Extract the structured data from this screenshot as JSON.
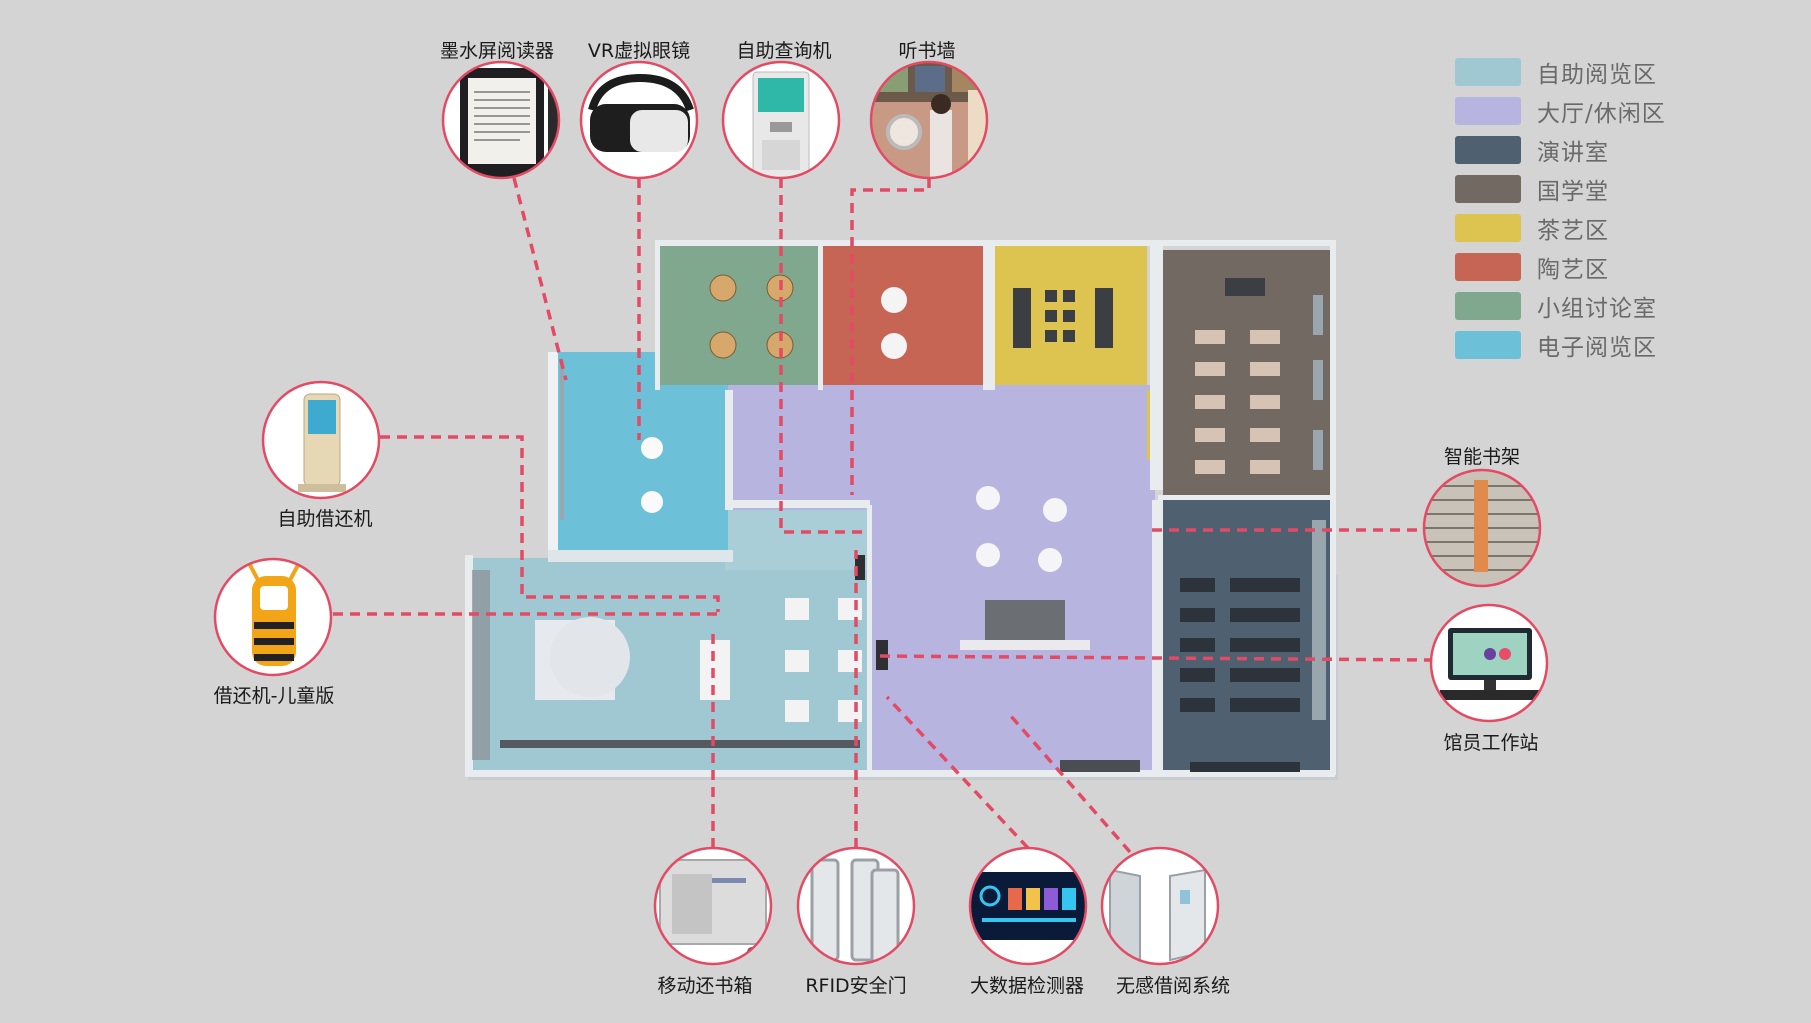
{
  "legend": [
    {
      "label": "自助阅览区",
      "color": "#9fc8d3"
    },
    {
      "label": "大厅/休闲区",
      "color": "#b7b4e0"
    },
    {
      "label": "演讲室",
      "color": "#4f6170"
    },
    {
      "label": "国学堂",
      "color": "#736963"
    },
    {
      "label": "茶艺区",
      "color": "#ddc34f"
    },
    {
      "label": "陶艺区",
      "color": "#c76555"
    },
    {
      "label": "小组讨论室",
      "color": "#80a88f"
    },
    {
      "label": "电子阅览区",
      "color": "#6cc0d8"
    }
  ],
  "devices": {
    "eink_reader": "墨水屏阅读器",
    "vr_glasses": "VR虚拟眼镜",
    "kiosk": "自助查询机",
    "listen_wall": "听书墙",
    "self_checkout": "自助借还机",
    "kids_checkout": "借还机-儿童版",
    "smart_shelf": "智能书架",
    "staff_station": "馆员工作站",
    "mobile_return": "移动还书箱",
    "rfid_gate": "RFID安全门",
    "bigdata": "大数据检测器",
    "seamless": "无感借阅系统"
  },
  "colors": {
    "connector": "#e34a64",
    "circle_border": "#e34a64"
  }
}
